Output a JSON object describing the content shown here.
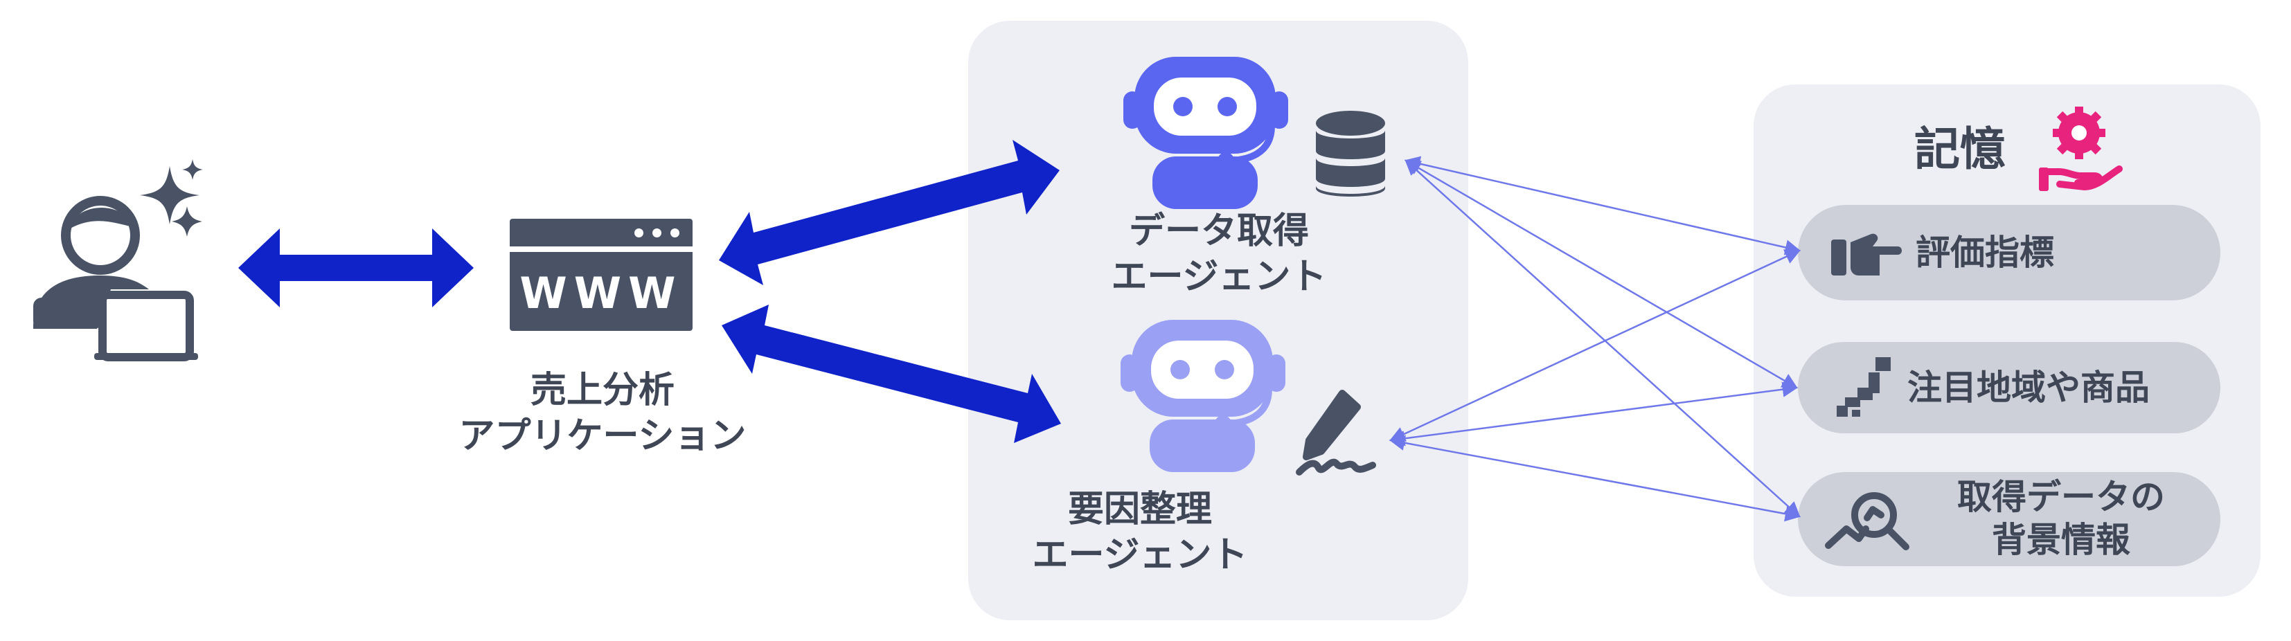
{
  "app_label": {
    "line1": "売上分析",
    "line2": "アプリケーション"
  },
  "browser_text": "WWW",
  "agents": [
    {
      "line1": "データ取得",
      "line2": "エージェント"
    },
    {
      "line1": "要因整理",
      "line2": "エージェント"
    }
  ],
  "memory": {
    "title": "記憶",
    "items": [
      {
        "lines": [
          "評価指標"
        ],
        "icon": "pointing-hand-icon"
      },
      {
        "lines": [
          "注目地域や商品"
        ],
        "icon": "japan-map-icon"
      },
      {
        "lines": [
          "取得データの",
          "背景情報"
        ],
        "icon": "magnifier-chart-icon"
      }
    ]
  },
  "colors": {
    "arrow": "#1023c8",
    "thin_arrow": "#6f78ea",
    "icon_dark": "#4a5366",
    "robot_1": "#5b66f0",
    "robot_2": "#9aa0f3",
    "memory_icon": "#e8237e",
    "panel": "#eeeff4",
    "pill": "#cdd0d9"
  }
}
